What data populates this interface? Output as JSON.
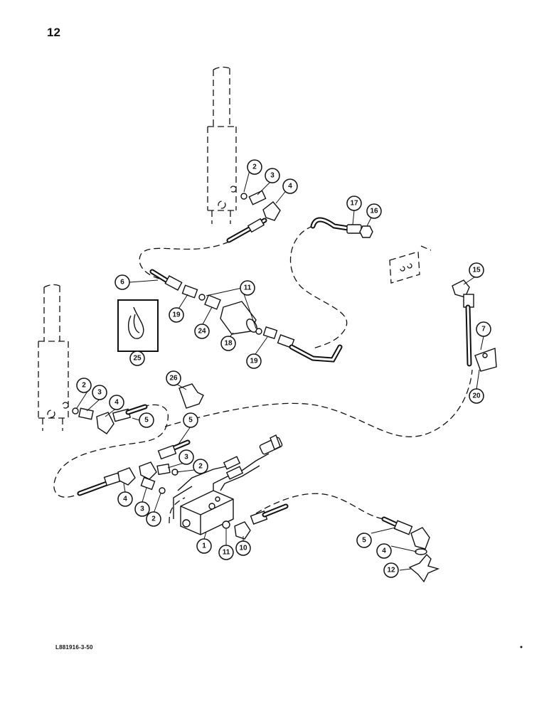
{
  "page": {
    "number": "12",
    "drawing_code": "L881916-3-50"
  },
  "callouts": [
    {
      "label": "2"
    },
    {
      "label": "3"
    },
    {
      "label": "4"
    },
    {
      "label": "17"
    },
    {
      "label": "16"
    },
    {
      "label": "15"
    },
    {
      "label": "6"
    },
    {
      "label": "11"
    },
    {
      "label": "19"
    },
    {
      "label": "24"
    },
    {
      "label": "18"
    },
    {
      "label": "19"
    },
    {
      "label": "25"
    },
    {
      "label": "7"
    },
    {
      "label": "20"
    },
    {
      "label": "26"
    },
    {
      "label": "2"
    },
    {
      "label": "3"
    },
    {
      "label": "4"
    },
    {
      "label": "5"
    },
    {
      "label": "5"
    },
    {
      "label": "3"
    },
    {
      "label": "2"
    },
    {
      "label": "4"
    },
    {
      "label": "3"
    },
    {
      "label": "2"
    },
    {
      "label": "1"
    },
    {
      "label": "11"
    },
    {
      "label": "10"
    },
    {
      "label": "5"
    },
    {
      "label": "4"
    },
    {
      "label": "12"
    }
  ]
}
